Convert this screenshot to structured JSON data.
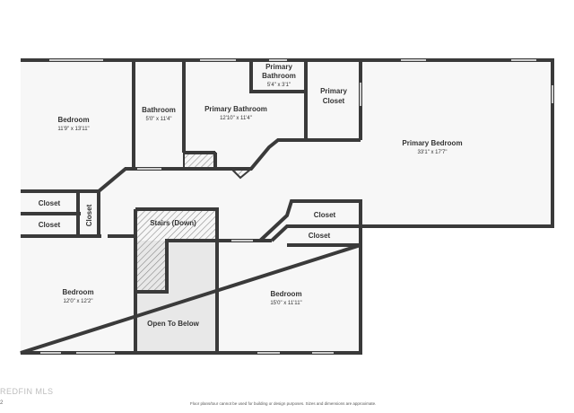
{
  "rooms": [
    {
      "id": "bedroom-nw",
      "name": "Bedroom",
      "dims": "11'9\" x 13'11\""
    },
    {
      "id": "bathroom",
      "name": "Bathroom",
      "dims": "5'0\" x 11'4\""
    },
    {
      "id": "primary-bathroom-main",
      "name": "Primary Bathroom",
      "dims": "12'10\" x 11'4\""
    },
    {
      "id": "primary-bathroom-small",
      "name": "Primary Bathroom",
      "dims": "5'4\" x 3'1\""
    },
    {
      "id": "primary-closet",
      "name": "Primary Closet",
      "dims": ""
    },
    {
      "id": "primary-bedroom",
      "name": "Primary Bedroom",
      "dims": "33'1\" x 17'7\""
    },
    {
      "id": "closet-1",
      "name": "Closet",
      "dims": ""
    },
    {
      "id": "closet-2",
      "name": "Closet",
      "dims": ""
    },
    {
      "id": "closet-3",
      "name": "Closet",
      "dims": ""
    },
    {
      "id": "closet-4",
      "name": "Closet",
      "dims": ""
    },
    {
      "id": "closet-5",
      "name": "Closet",
      "dims": ""
    },
    {
      "id": "stairs",
      "name": "Stairs (Down)",
      "dims": ""
    },
    {
      "id": "bedroom-sw",
      "name": "Bedroom",
      "dims": "12'0\" x 12'2\""
    },
    {
      "id": "open-below",
      "name": "Open To Below",
      "dims": ""
    },
    {
      "id": "bedroom-s",
      "name": "Bedroom",
      "dims": "15'0\" x 11'11\""
    }
  ],
  "footer": {
    "disclaimer": "Floor plans/tour cannot be used for building or design purposes. Sizes and dimensions are approximate.",
    "watermark": "REDFIN MLS",
    "copyright": "2"
  },
  "colors": {
    "wall": "#3a3a3a",
    "floor": "#f7f7f7",
    "hatch": "#9a9a9a",
    "open": "#e9e9e9"
  }
}
